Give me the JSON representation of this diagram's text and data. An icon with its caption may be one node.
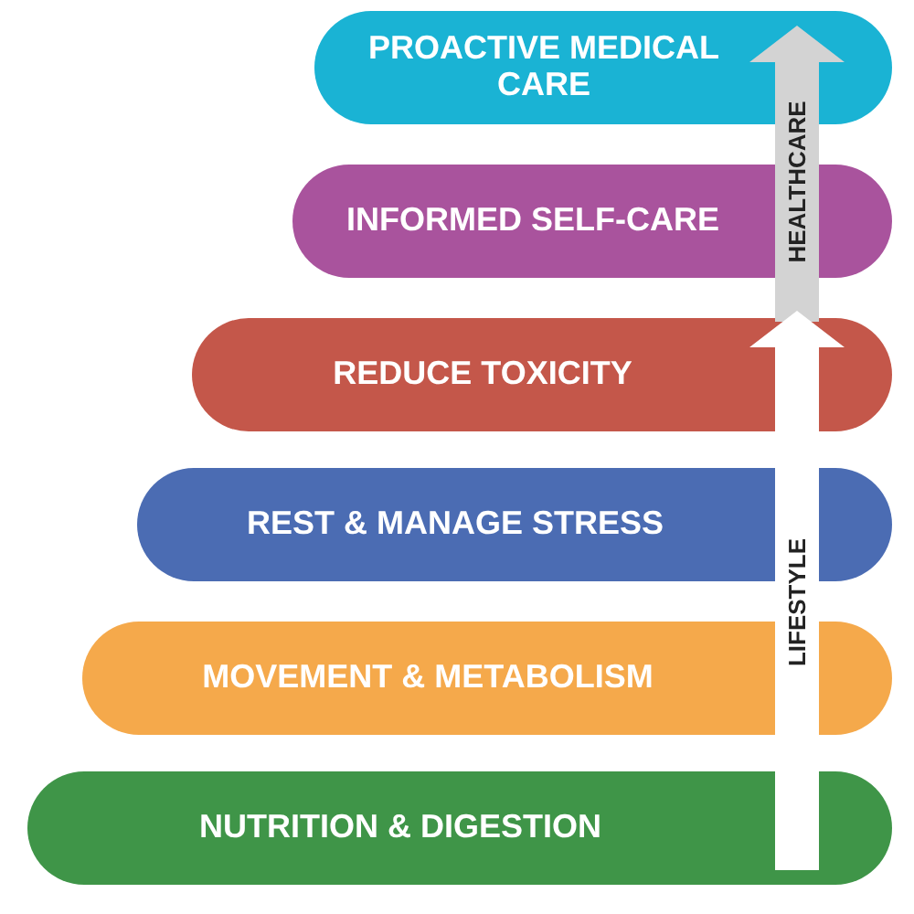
{
  "diagram": {
    "nodes": [
      {
        "text": [
          "PROACTIVE MEDICAL CARE"
        ]
      },
      {
        "text": [
          "INFORMED SELF-CARE"
        ]
      },
      {
        "text": [
          "REDUCE TOXICITY"
        ]
      },
      {
        "text": [
          "REST & MANAGE STRESS"
        ]
      },
      {
        "text": [
          "MOVEMENT & METABOLISM"
        ]
      },
      {
        "text": [
          "NUTRITION & DIGESTION"
        ]
      }
    ],
    "labels": [
      "HEALTHCARE",
      "LIFESTYLE"
    ]
  }
}
